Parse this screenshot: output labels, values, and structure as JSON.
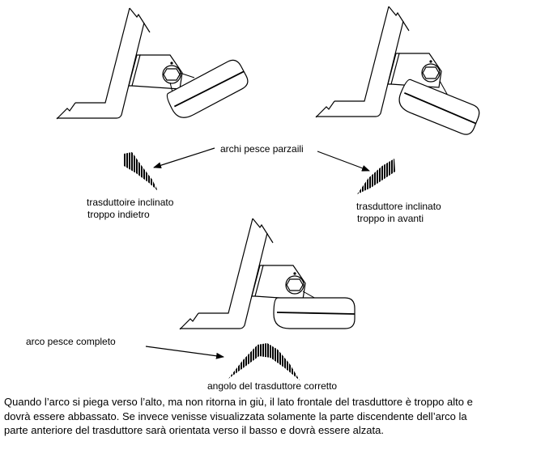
{
  "labels": {
    "partial_arcs": "archi pesce parzaili",
    "tilted_back_line1": "trasduttoire inclinato",
    "tilted_back_line2": "troppo indietro",
    "tilted_forward_line1": "trasduttore inclinato",
    "tilted_forward_line2": "troppo in avanti",
    "full_arc": "arco pesce completo",
    "correct_angle": "angolo del trasduttore corretto"
  },
  "paragraph": {
    "line1": "Quando l’arco si piega verso l’alto, ma non ritorna in giù, il lato frontale del trasduttore è troppo alto e",
    "line2": "dovrà essere abbassato. Se invece venisse visualizzata solamente la parte discendente dell’arco la",
    "line3": "parte anteriore del trasduttore sarà orientata verso il basso e dovrà essere alzata."
  }
}
